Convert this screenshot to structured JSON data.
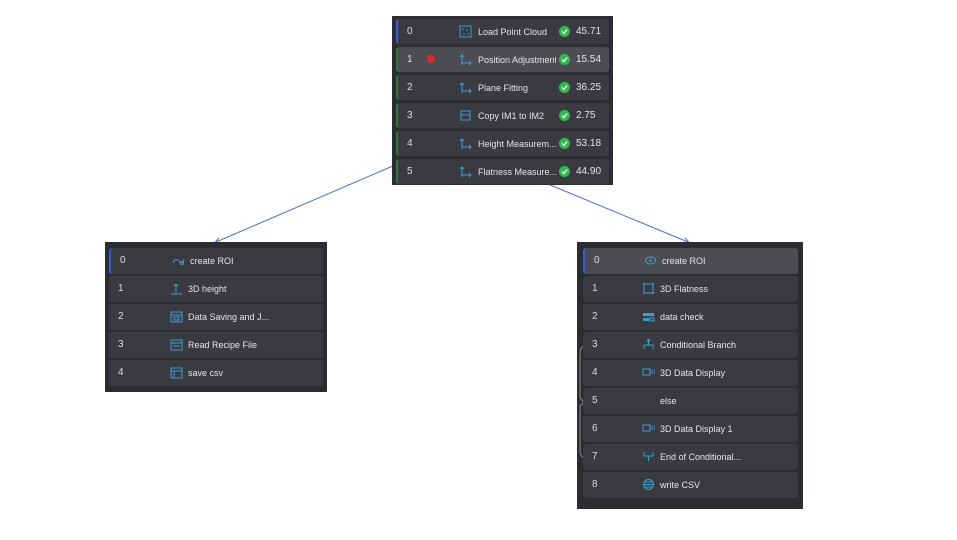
{
  "main_flow": {
    "steps": [
      {
        "index": "0",
        "name": "Load Point Cloud",
        "time": "45.71",
        "icon": "point-cloud-icon"
      },
      {
        "index": "1",
        "name": "Position Adjustment",
        "time": "15.54",
        "icon": "position-adjust-icon",
        "breakpoint": true
      },
      {
        "index": "2",
        "name": "Plane Fitting",
        "time": "36.25",
        "icon": "plane-fitting-icon"
      },
      {
        "index": "3",
        "name": "Copy IM1 to IM2",
        "time": "2.75",
        "icon": "copy-icon"
      },
      {
        "index": "4",
        "name": "Height Measurem...",
        "time": "53.18",
        "icon": "height-measure-icon"
      },
      {
        "index": "5",
        "name": "Flatness Measure...",
        "time": "44.90",
        "icon": "flatness-measure-icon"
      }
    ]
  },
  "height_subflow": {
    "steps": [
      {
        "index": "0",
        "name": "create ROI",
        "icon": "roi-icon"
      },
      {
        "index": "1",
        "name": "3D height",
        "icon": "height-icon"
      },
      {
        "index": "2",
        "name": "Data Saving and J...",
        "icon": "data-save-icon"
      },
      {
        "index": "3",
        "name": "Read Recipe File",
        "icon": "recipe-file-icon"
      },
      {
        "index": "4",
        "name": "save csv",
        "icon": "csv-icon"
      }
    ]
  },
  "flatness_subflow": {
    "steps": [
      {
        "index": "0",
        "name": "create ROI",
        "icon": "roi-icon"
      },
      {
        "index": "1",
        "name": "3D Flatness",
        "icon": "flatness-icon"
      },
      {
        "index": "2",
        "name": "data check",
        "icon": "data-check-icon"
      },
      {
        "index": "3",
        "name": "Conditional Branch",
        "icon": "branch-icon"
      },
      {
        "index": "4",
        "name": "3D Data Display",
        "icon": "display-3d-icon"
      },
      {
        "index": "5",
        "name": "else",
        "icon": ""
      },
      {
        "index": "6",
        "name": "3D Data Display 1",
        "icon": "display-3d-icon"
      },
      {
        "index": "7",
        "name": "End of Conditional...",
        "icon": "branch-end-icon"
      },
      {
        "index": "8",
        "name": "write CSV",
        "icon": "csv-write-icon"
      }
    ]
  },
  "colors": {
    "accent": "#3a9fd6",
    "status_ok": "#2dbd4e",
    "breakpoint": "#e0272d",
    "connector": "#3f6fe0"
  }
}
